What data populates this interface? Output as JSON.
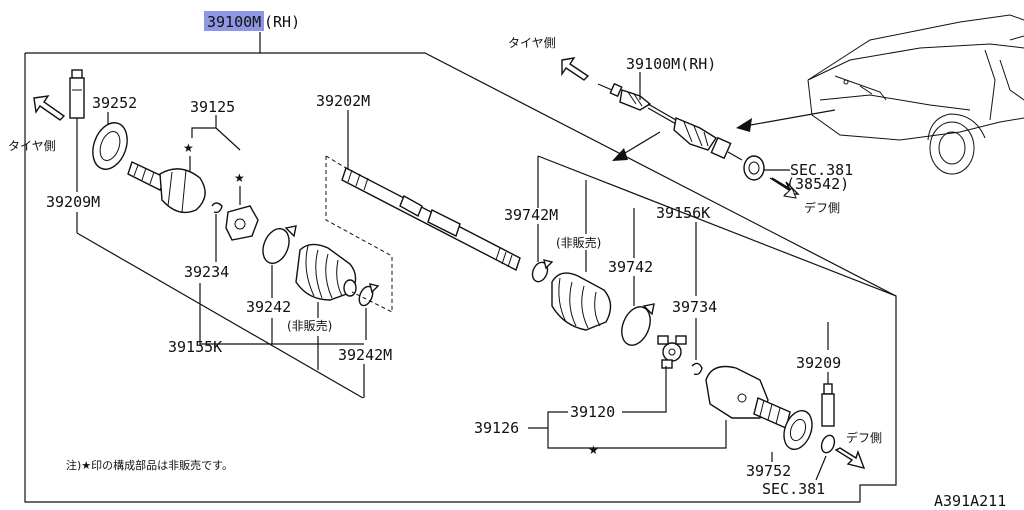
{
  "title_part": "39100M",
  "title_suffix": "(RH)",
  "car_label_part": "39100M(RH)",
  "tire_side": "タイヤ側",
  "diff_side": "デフ側",
  "not_for_sale": "(非販売)",
  "note": "注)★印の構成部品は非販売です。",
  "drawing_code": "A391A211",
  "star": "★",
  "highlight_color": "#8f96e3",
  "parts": {
    "p39252": "39252",
    "p39125": "39125",
    "p39202M": "39202M",
    "p39209M": "39209M",
    "p39234": "39234",
    "p39242": "39242",
    "p39155K": "39155K",
    "p39242M": "39242M",
    "p39742M": "39742M",
    "p39156K": "39156K",
    "p39742": "39742",
    "p39734": "39734",
    "p39209": "39209",
    "p39120": "39120",
    "p39126": "39126",
    "p39752": "39752",
    "sec381": "SEC.381",
    "sec381_ref": "(38542)",
    "sec381_b": "SEC.381"
  }
}
